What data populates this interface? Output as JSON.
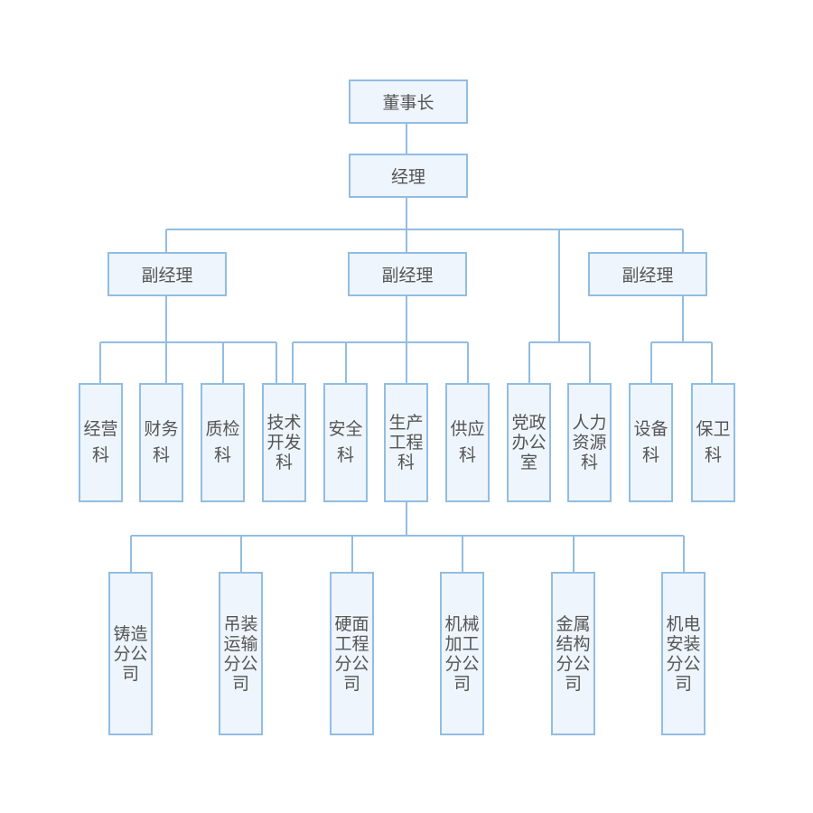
{
  "nodes": {
    "chairman": "董事长",
    "manager": "经理",
    "deputy_left": "副经理",
    "deputy_mid": "副经理",
    "deputy_right": "副经理",
    "dept_business": "经营科",
    "dept_finance": "财务科",
    "dept_quality": "质检科",
    "dept_techdev": "技术开发科",
    "dept_safety": "安全科",
    "dept_production": "生产工程科",
    "dept_supply": "供应科",
    "dept_party_office": "党政办公室",
    "dept_hr": "人力资源科",
    "dept_equipment": "设备科",
    "dept_security": "保卫科",
    "co_casting": "铸造分公司",
    "co_hoisting": "吊装运输分公司",
    "co_hardsurface": "硬面工程分公司",
    "co_machining": "机械加工分公司",
    "co_metal": "金属结构分公司",
    "co_mechelec": "机电安装分公司"
  },
  "colors": {
    "line": "#92bde2",
    "box_fill": "#eef5fc",
    "text": "#555555"
  }
}
